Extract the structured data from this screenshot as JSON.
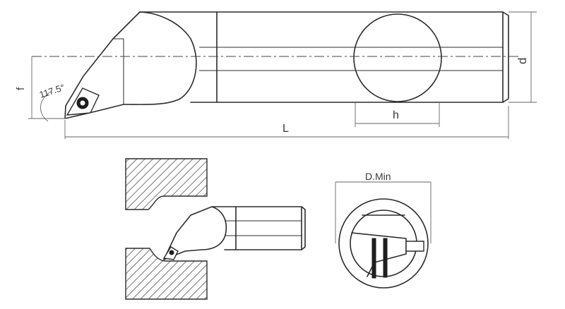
{
  "labels": {
    "angle": "117.5°",
    "f": "f",
    "d": "d",
    "h": "h",
    "L": "L",
    "d_min": "D.Min"
  }
}
